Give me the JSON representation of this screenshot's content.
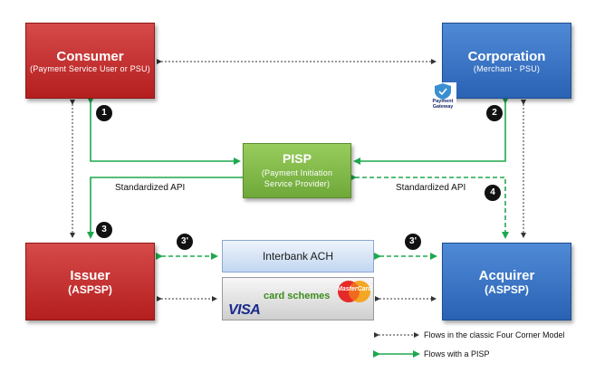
{
  "nodes": {
    "consumer": {
      "title": "Consumer",
      "subtitle": "(Payment Service User or PSU)"
    },
    "corporation": {
      "title": "Corporation",
      "subtitle": "(Merchant - PSU)"
    },
    "pisp": {
      "title": "PISP",
      "subtitle_line1": "(Payment Initiation",
      "subtitle_line2": "Service Provider)"
    },
    "issuer": {
      "title": "Issuer",
      "subtitle": "(ASPSP)"
    },
    "acquirer": {
      "title": "Acquirer",
      "subtitle": "(ASPSP)"
    },
    "interbank": {
      "label": "Interbank ACH"
    },
    "card_schemes": {
      "label": "card schemes",
      "visa": "VISA",
      "mastercard": "MasterCard"
    }
  },
  "payment_gateway": {
    "label": "Payment Gateway"
  },
  "badges": {
    "b1": "1",
    "b2": "2",
    "b3": "3",
    "b4": "4",
    "b3p_left": "3'",
    "b3p_right": "3'"
  },
  "labels": {
    "api_left": "Standardized API",
    "api_right": "Standardized API"
  },
  "legend": {
    "classic": "Flows in the classic Four Corner Model",
    "pisp": "Flows with a PISP"
  },
  "colors": {
    "green_flow": "#1ea84e",
    "dotted_flow": "#333333",
    "issuer": "#c0282a",
    "acquirer": "#3570c4",
    "pisp": "#7cb342"
  }
}
